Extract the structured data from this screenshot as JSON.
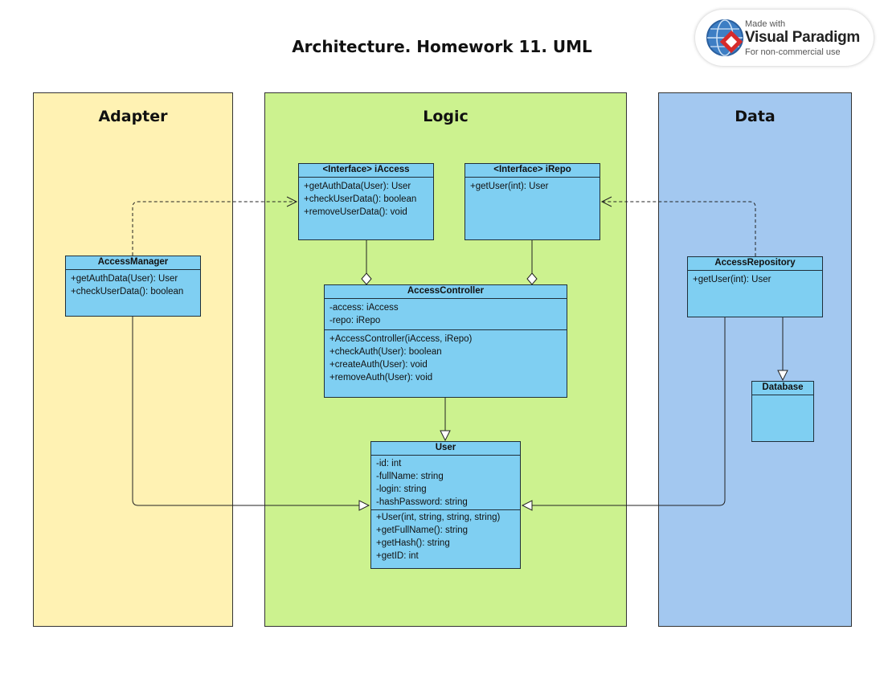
{
  "title": "Architecture. Homework 11. UML",
  "badge": {
    "made_with": "Made with",
    "brand": "Visual Paradigm",
    "license": "For non-commercial use"
  },
  "lanes": {
    "adapter": {
      "title": "Adapter",
      "color": "#fff2b3"
    },
    "logic": {
      "title": "Logic",
      "color": "#ccf28f"
    },
    "data": {
      "title": "Data",
      "color": "#a3c8f0"
    }
  },
  "class_fill": "#7fcff2",
  "classes": {
    "iaccess": {
      "header": "<Interface> iAccess",
      "operations": [
        "+getAuthData(User): User",
        "+checkUserData(): boolean",
        "+removeUserData(): void"
      ]
    },
    "irepo": {
      "header": "<Interface> iRepo",
      "operations": [
        "+getUser(int): User"
      ]
    },
    "access_manager": {
      "header": "AccessManager",
      "operations": [
        "+getAuthData(User): User",
        "+checkUserData(): boolean"
      ]
    },
    "access_controller": {
      "header": "AccessController",
      "attributes": [
        "-access: iAccess",
        "-repo: iRepo"
      ],
      "operations": [
        "+AccessController(iAccess, iRepo)",
        "+checkAuth(User): boolean",
        "+createAuth(User): void",
        "+removeAuth(User): void"
      ]
    },
    "access_repository": {
      "header": "AccessRepository",
      "operations": [
        "+getUser(int): User"
      ]
    },
    "database": {
      "header": "Database"
    },
    "user": {
      "header": "User",
      "attributes": [
        "-id: int",
        "-fullName: string",
        "-login: string",
        "-hashPassword: string"
      ],
      "operations": [
        "+User(int, string, string, string)",
        "+getFullName(): string",
        "+getHash(): string",
        "+getID: int"
      ]
    }
  }
}
